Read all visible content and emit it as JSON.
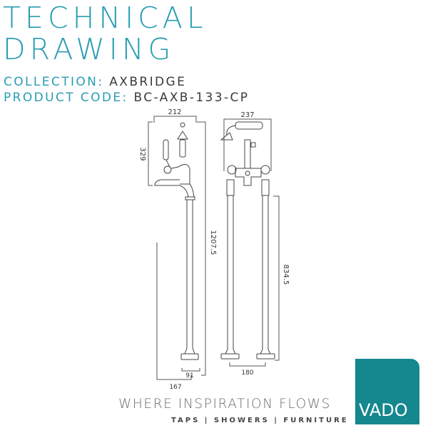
{
  "header": {
    "title_line1": "TECHNICAL",
    "title_line2": "DRAWING",
    "collection_label": "COLLECTION:",
    "collection_value": "AXBRIDGE",
    "code_label": "PRODUCT CODE:",
    "code_value": "BC-AXB-133-CP"
  },
  "dimensions": {
    "left_width": "212",
    "left_height": "329",
    "left_total": "1207.5",
    "left_base": "91",
    "left_offset": "167",
    "right_width": "237",
    "right_height": "834.5",
    "right_spacing": "180"
  },
  "footer": {
    "tagline": "WHERE INSPIRATION FLOWS",
    "categories": "TAPS | SHOWERS | FURNITURE",
    "logo": "VADO"
  },
  "colors": {
    "accent": "#2a9db2",
    "brand": "#14878f"
  }
}
